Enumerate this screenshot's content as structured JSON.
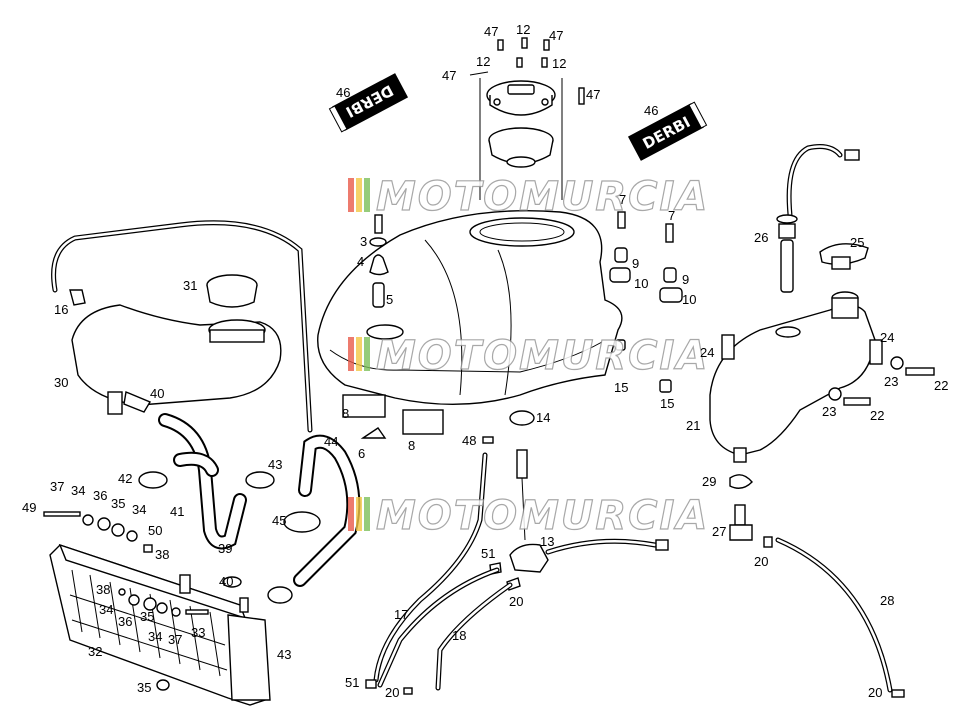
{
  "diagram": {
    "watermark": "MOTOMURCIA",
    "decal_text": "DERBI",
    "labels": [
      {
        "id": "l47a",
        "text": "47"
      },
      {
        "id": "l12a",
        "text": "12"
      },
      {
        "id": "l47b",
        "text": "47"
      },
      {
        "id": "l12b",
        "text": "12"
      },
      {
        "id": "l12c",
        "text": "12"
      },
      {
        "id": "l47c",
        "text": "47"
      },
      {
        "id": "l47d",
        "text": "47"
      },
      {
        "id": "l46a",
        "text": "46"
      },
      {
        "id": "l46b",
        "text": "46"
      },
      {
        "id": "l7a",
        "text": "7"
      },
      {
        "id": "l7b",
        "text": "7"
      },
      {
        "id": "l3",
        "text": "3"
      },
      {
        "id": "l4",
        "text": "4"
      },
      {
        "id": "l5",
        "text": "5"
      },
      {
        "id": "l9a",
        "text": "9"
      },
      {
        "id": "l10a",
        "text": "10"
      },
      {
        "id": "l9b",
        "text": "9"
      },
      {
        "id": "l10b",
        "text": "10"
      },
      {
        "id": "l26",
        "text": "26"
      },
      {
        "id": "l25",
        "text": "25"
      },
      {
        "id": "l31",
        "text": "31"
      },
      {
        "id": "l16",
        "text": "16"
      },
      {
        "id": "l30",
        "text": "30"
      },
      {
        "id": "l40a",
        "text": "40"
      },
      {
        "id": "l24a",
        "text": "24"
      },
      {
        "id": "l24b",
        "text": "24"
      },
      {
        "id": "l23a",
        "text": "23"
      },
      {
        "id": "l22a",
        "text": "22"
      },
      {
        "id": "l23b",
        "text": "23"
      },
      {
        "id": "l22b",
        "text": "22"
      },
      {
        "id": "l21",
        "text": "21"
      },
      {
        "id": "l15a",
        "text": "15"
      },
      {
        "id": "l15b",
        "text": "15"
      },
      {
        "id": "l8a",
        "text": "8"
      },
      {
        "id": "l8b",
        "text": "8"
      },
      {
        "id": "l6",
        "text": "6"
      },
      {
        "id": "l14",
        "text": "14"
      },
      {
        "id": "l44",
        "text": "44"
      },
      {
        "id": "l48",
        "text": "48"
      },
      {
        "id": "l42",
        "text": "42"
      },
      {
        "id": "l43a",
        "text": "43"
      },
      {
        "id": "l41",
        "text": "41"
      },
      {
        "id": "l45",
        "text": "45"
      },
      {
        "id": "l39",
        "text": "39"
      },
      {
        "id": "l37a",
        "text": "37"
      },
      {
        "id": "l34a",
        "text": "34"
      },
      {
        "id": "l36a",
        "text": "36"
      },
      {
        "id": "l35a",
        "text": "35"
      },
      {
        "id": "l34b",
        "text": "34"
      },
      {
        "id": "l49",
        "text": "49"
      },
      {
        "id": "l50",
        "text": "50"
      },
      {
        "id": "l38a",
        "text": "38"
      },
      {
        "id": "l40b",
        "text": "40"
      },
      {
        "id": "l38b",
        "text": "38"
      },
      {
        "id": "l34c",
        "text": "34"
      },
      {
        "id": "l36b",
        "text": "36"
      },
      {
        "id": "l35b",
        "text": "35"
      },
      {
        "id": "l34d",
        "text": "34"
      },
      {
        "id": "l37b",
        "text": "37"
      },
      {
        "id": "l33",
        "text": "33"
      },
      {
        "id": "l32",
        "text": "32"
      },
      {
        "id": "l43b",
        "text": "43"
      },
      {
        "id": "l35c",
        "text": "35"
      },
      {
        "id": "l29",
        "text": "29"
      },
      {
        "id": "l27",
        "text": "27"
      },
      {
        "id": "l20a",
        "text": "20"
      },
      {
        "id": "l28",
        "text": "28"
      },
      {
        "id": "l20b",
        "text": "20"
      },
      {
        "id": "l13",
        "text": "13"
      },
      {
        "id": "l51a",
        "text": "51"
      },
      {
        "id": "l20c",
        "text": "20"
      },
      {
        "id": "l17",
        "text": "17"
      },
      {
        "id": "l18",
        "text": "18"
      },
      {
        "id": "l51b",
        "text": "51"
      },
      {
        "id": "l20d",
        "text": "20"
      }
    ]
  }
}
